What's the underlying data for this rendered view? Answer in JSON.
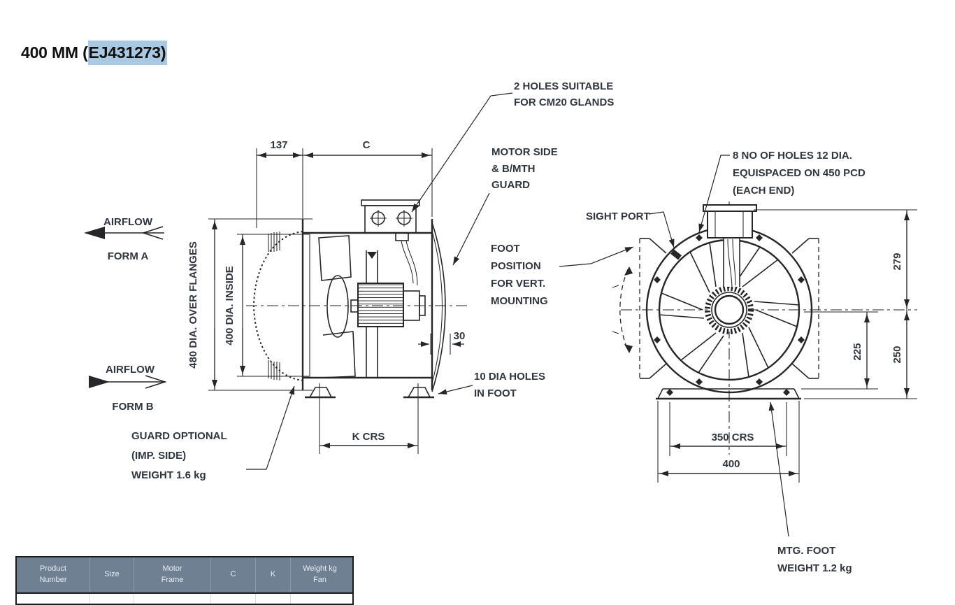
{
  "title": {
    "prefix": "400 MM (",
    "highlighted": "EJ431273)"
  },
  "labels": {
    "airflow": "AIRFLOW",
    "form_a": "FORM A",
    "form_b": "FORM B",
    "dim_137": "137",
    "dim_c": "C",
    "dia_over_flanges": "480 DIA. OVER FLANGES",
    "dia_inside": "400 DIA. INSIDE",
    "dim_30": "30",
    "k_crs": "K CRS",
    "glands_1": "2 HOLES SUITABLE",
    "glands_2": "FOR CM20 GLANDS",
    "motor_side_1": "MOTOR SIDE",
    "motor_side_2": "& B/MTH",
    "motor_side_3": "GUARD",
    "foot_pos_1": "FOOT",
    "foot_pos_2": "POSITION",
    "foot_pos_3": "FOR VERT.",
    "foot_pos_4": "MOUNTING",
    "foot_holes_1": "10 DIA HOLES",
    "foot_holes_2": "IN FOOT",
    "guard_opt_1": "GUARD OPTIONAL",
    "guard_opt_2": "(IMP. SIDE)",
    "guard_opt_3": "WEIGHT 1.6 kg",
    "holes_1": "8 NO OF HOLES 12 DIA.",
    "holes_2": "EQUISPACED ON 450 PCD",
    "holes_3": "(EACH END)",
    "sight_port": "SIGHT PORT",
    "dim_279": "279",
    "dim_250": "250",
    "dim_225": "225",
    "dim_350_crs": "350 CRS",
    "dim_400": "400",
    "mtg_1": "MTG. FOOT",
    "mtg_2": "WEIGHT 1.2 kg"
  },
  "table": {
    "headers": [
      "Product\nNumber",
      "Size",
      "Motor\nFrame",
      "C",
      "K",
      "Weight kg\nFan"
    ]
  },
  "colors": {
    "selection_highlight": "#a9c8e2",
    "line_ink": "#26262a",
    "label_text": "#2f3640",
    "table_header_bg": "#6e8091",
    "table_header_text": "#e9eef3",
    "table_border": "#1b1b1b"
  }
}
